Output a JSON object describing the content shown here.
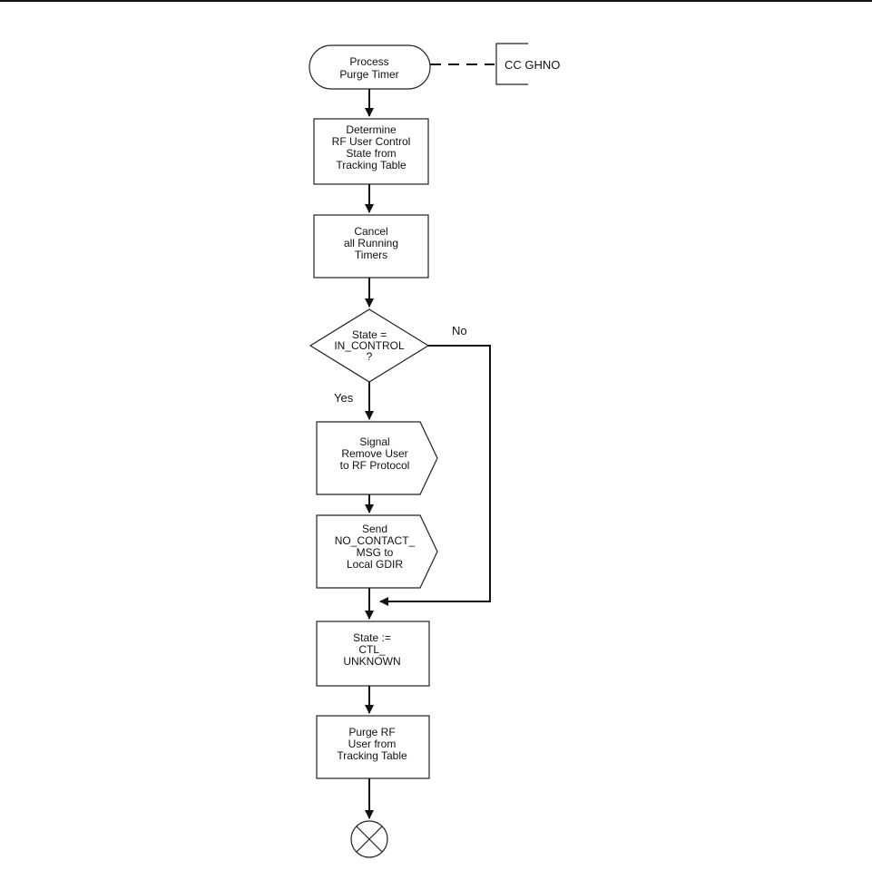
{
  "start": {
    "lines": [
      "Process",
      "Purge Timer"
    ]
  },
  "reference": {
    "label": "CC GHNO"
  },
  "steps": {
    "determine": {
      "lines": [
        "Determine",
        "RF User Control",
        "State from",
        "Tracking Table"
      ]
    },
    "cancel": {
      "lines": [
        "Cancel",
        "all Running",
        "Timers"
      ]
    },
    "decision": {
      "lines": [
        "State =",
        "IN_CONTROL",
        "?"
      ],
      "yes_label": "Yes",
      "no_label": "No"
    },
    "signal": {
      "lines": [
        "Signal",
        "Remove User",
        "to RF Protocol"
      ]
    },
    "send": {
      "lines": [
        "Send",
        "NO_CONTACT_",
        "MSG to",
        "Local GDIR"
      ]
    },
    "set_state": {
      "lines": [
        "State :=",
        "CTL_",
        "UNKNOWN"
      ]
    },
    "purge": {
      "lines": [
        "Purge RF",
        "User from",
        "Tracking Table"
      ]
    }
  }
}
